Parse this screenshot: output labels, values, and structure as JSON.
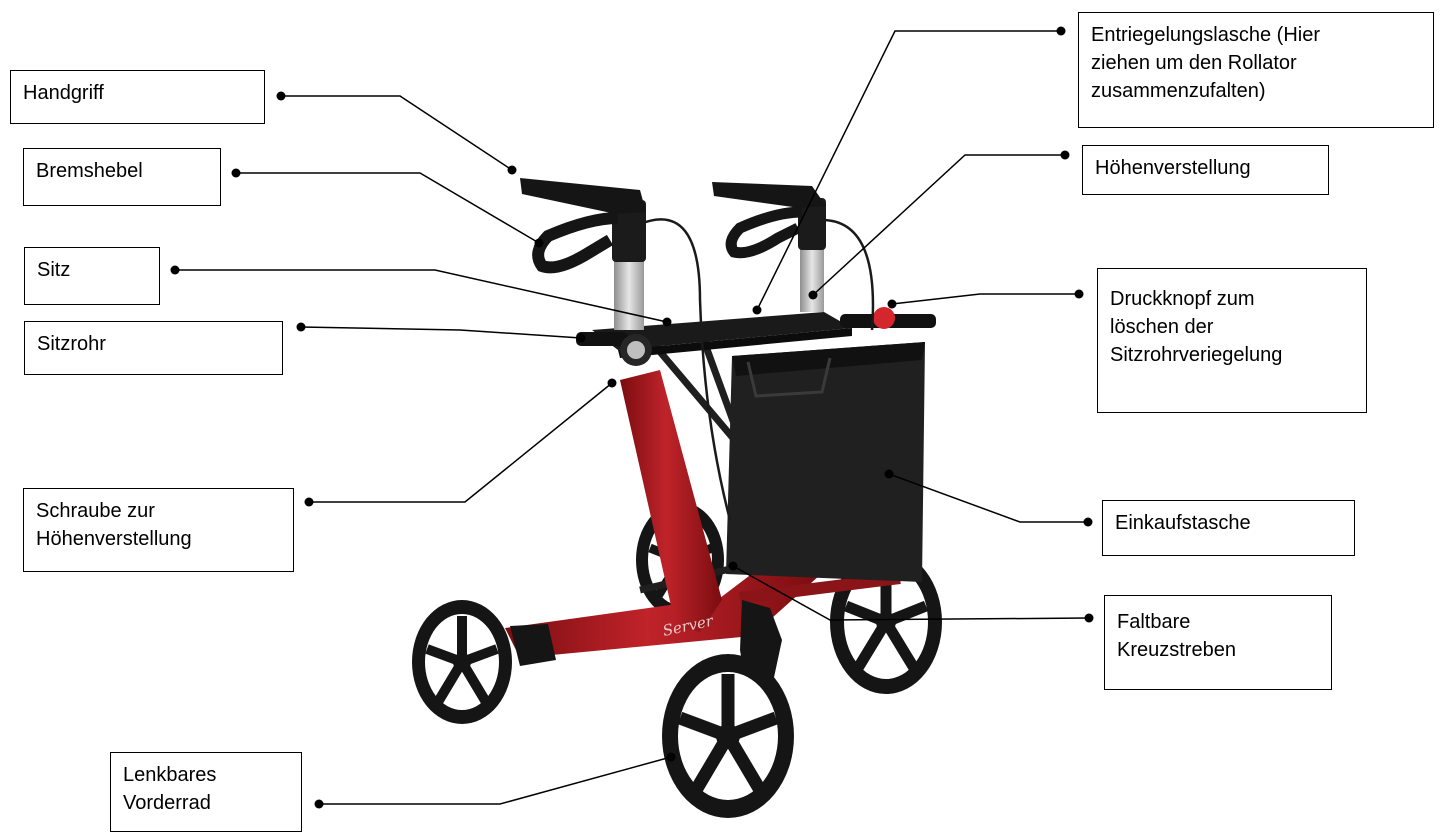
{
  "labels": {
    "handgriff": [
      "Handgriff"
    ],
    "bremshebel": [
      "Bremshebel"
    ],
    "sitz": [
      "Sitz"
    ],
    "sitzrohr": [
      "Sitzrohr"
    ],
    "schraube": [
      "Schraube zur",
      "Höhenverstellung"
    ],
    "vorderrad": [
      "Lenkbares",
      "Vorderrad"
    ],
    "entriegelung": [
      "Entriegelungslasche (Hier",
      "ziehen um den Rollator",
      "zusammenzufalten)"
    ],
    "hoehenverstellung": [
      "Höhenverstellung"
    ],
    "druckknopf": [
      "Druckknopf zum",
      "löschen der",
      "Sitzrohrveriegelung"
    ],
    "einkaufstasche": [
      "Einkaufstasche"
    ],
    "kreuzstreben": [
      "Faltbare",
      "Kreuzstreben"
    ]
  },
  "product": {
    "brand_script": "Server",
    "frame_color": "#a3161b",
    "part_color": "#1b1b1b"
  }
}
